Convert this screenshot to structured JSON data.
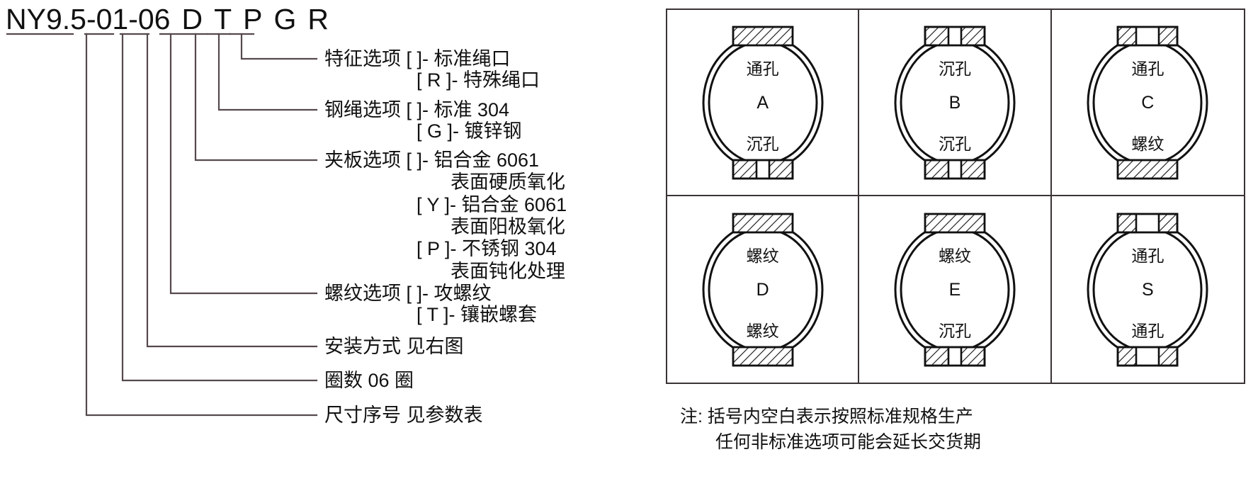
{
  "part_number": {
    "segments": [
      {
        "text": "NY9.5-01-06",
        "name": "size-series-segment"
      },
      {
        "text": "D",
        "name": "mounting-segment"
      },
      {
        "text": "T",
        "name": "thread-segment"
      },
      {
        "text": "P",
        "name": "plate-segment"
      },
      {
        "text": "G",
        "name": "rope-segment"
      },
      {
        "text": "R",
        "name": "feature-segment"
      }
    ]
  },
  "callouts": [
    {
      "name": "feature-option",
      "title": "特征选项",
      "lines": [
        "特征选项  [    ]- 标准绳口",
        "[ R ]- 特殊绳口"
      ]
    },
    {
      "name": "rope-option",
      "title": "钢绳选项",
      "lines": [
        "钢绳选项  [    ]- 标准 304",
        "[ G ]- 镀锌钢"
      ]
    },
    {
      "name": "clamp-plate-option",
      "title": "夹板选项",
      "lines": [
        "夹板选项  [    ]- 铝合金 6061",
        "表面硬质氧化",
        "[ Y ]- 铝合金 6061",
        "表面阳极氧化",
        "[ P ]- 不锈钢 304",
        "表面钝化处理"
      ]
    },
    {
      "name": "thread-option",
      "title": "螺纹选项",
      "lines": [
        "螺纹选项  [    ]- 攻螺纹",
        "[ T ]- 镶嵌螺套"
      ]
    },
    {
      "name": "mounting-option",
      "title": "安装方式",
      "lines": [
        "安装方式 见右图"
      ]
    },
    {
      "name": "coil-count",
      "title": "圈数",
      "lines": [
        "圈数   06 圈"
      ]
    },
    {
      "name": "size-number",
      "title": "尺寸序号",
      "lines": [
        "尺寸序号 见参数表"
      ]
    }
  ],
  "rings": [
    {
      "code": "A",
      "top_label": "通孔",
      "bottom_label": "沉孔",
      "top_block": "hatch-plain",
      "bottom_block": "hatch-gap"
    },
    {
      "code": "B",
      "top_label": "沉孔",
      "bottom_label": "沉孔",
      "top_block": "hatch-gap",
      "bottom_block": "hatch-gap"
    },
    {
      "code": "C",
      "top_label": "通孔",
      "bottom_label": "螺纹",
      "top_block": "hatch-plain",
      "bottom_block": "hatch-full"
    },
    {
      "code": "D",
      "top_label": "螺纹",
      "bottom_label": "螺纹",
      "top_block": "hatch-full",
      "bottom_block": "hatch-full"
    },
    {
      "code": "E",
      "top_label": "螺纹",
      "bottom_label": "沉孔",
      "top_block": "hatch-full",
      "bottom_block": "hatch-gap"
    },
    {
      "code": "S",
      "top_label": "通孔",
      "bottom_label": "通孔",
      "top_block": "hatch-plain",
      "bottom_block": "hatch-plain"
    }
  ],
  "note": {
    "line1": "注:  括号内空白表示按照标准规格生产",
    "line2": "任何非标准选项可能会延长交货期"
  },
  "colors": {
    "line": "#3a3336",
    "text": "#111111",
    "background": "#ffffff"
  }
}
